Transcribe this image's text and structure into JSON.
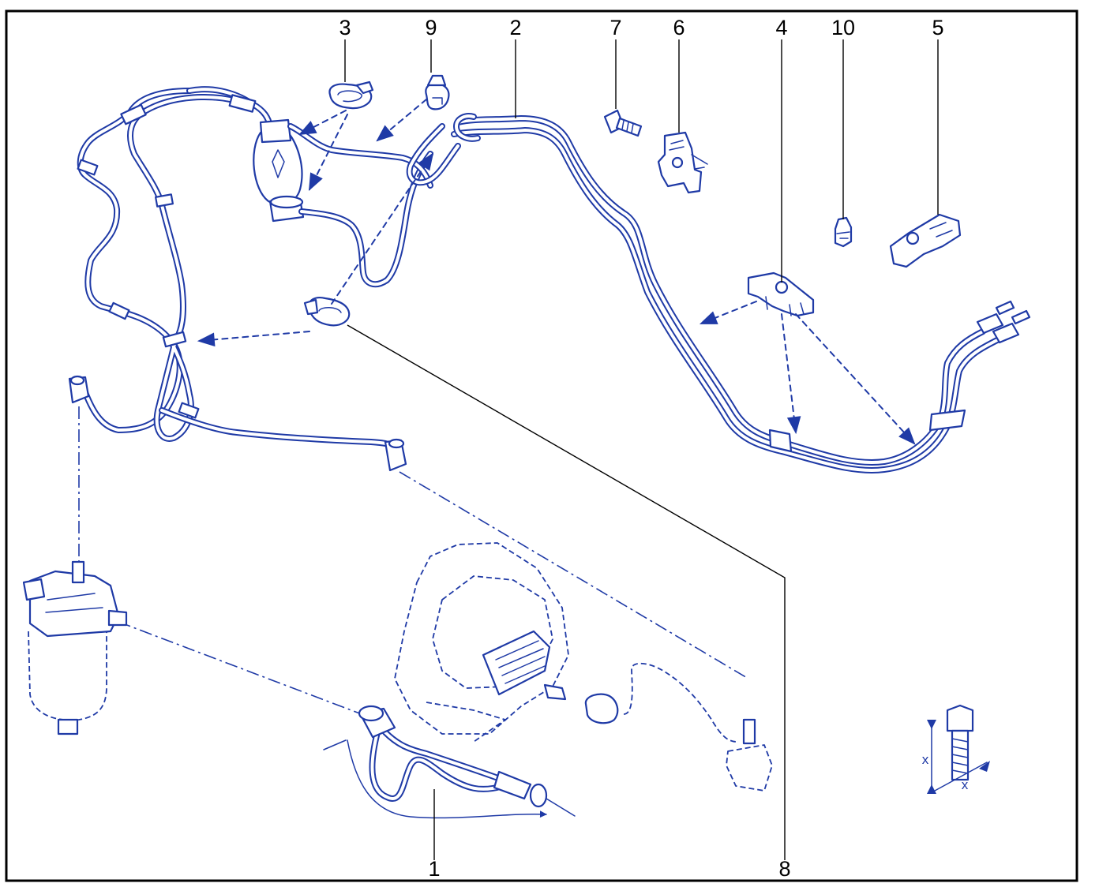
{
  "callouts": {
    "c1": "1",
    "c2": "2",
    "c3": "3",
    "c4": "4",
    "c5": "5",
    "c6": "6",
    "c7": "7",
    "c8": "8",
    "c9": "9",
    "c10": "10"
  },
  "dimension_label": "x",
  "colors": {
    "line": "#1f3aa6",
    "frame": "#000000",
    "background": "#ffffff"
  }
}
